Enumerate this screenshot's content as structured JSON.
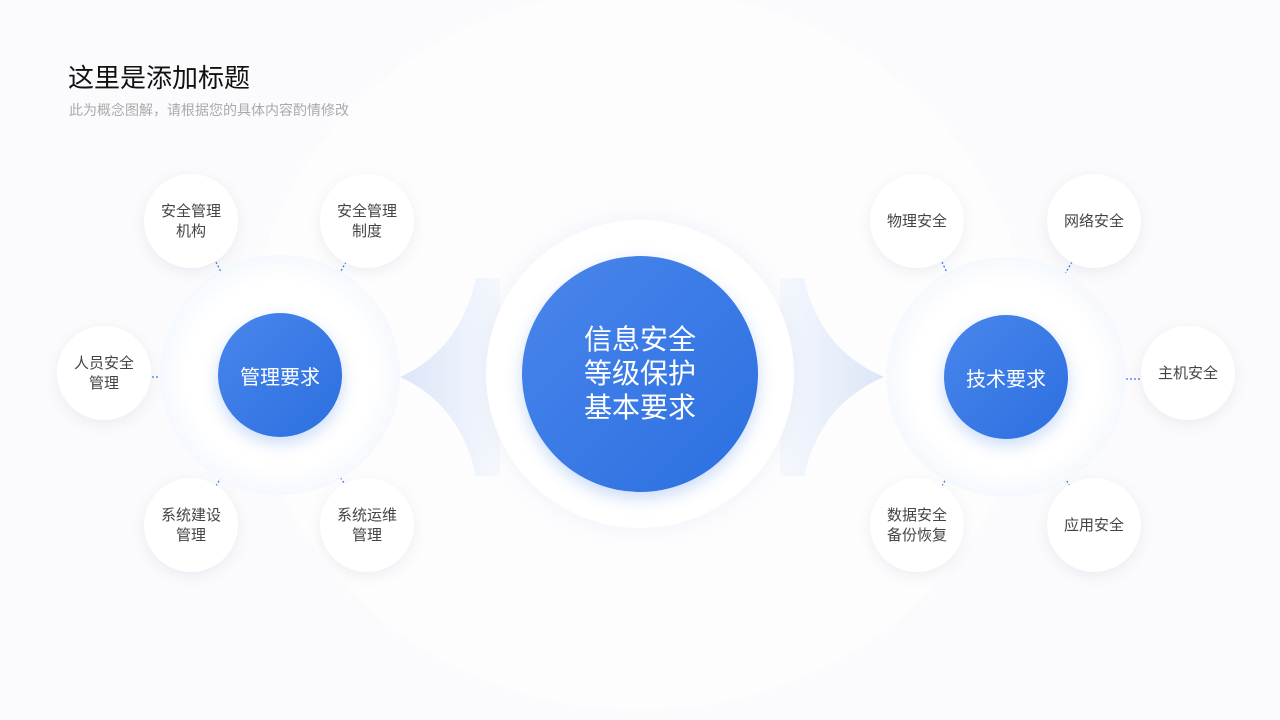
{
  "title": "这里是添加标题",
  "subtitle": "此为概念图解，请根据您的具体内容酌情修改",
  "center": {
    "label": "信息安全\n等级保护\n基本要求"
  },
  "left": {
    "label": "管理要求",
    "items": [
      "安全管理\n机构",
      "安全管理\n制度",
      "人员安全\n管理",
      "系统建设\n管理",
      "系统运维\n管理"
    ]
  },
  "right": {
    "label": "技术要求",
    "items": [
      "物理安全",
      "网络安全",
      "主机安全",
      "数据安全\n备份恢复",
      "应用安全"
    ]
  },
  "colors": {
    "accent": "#2f74e3",
    "halo": "#e3ecfb"
  }
}
